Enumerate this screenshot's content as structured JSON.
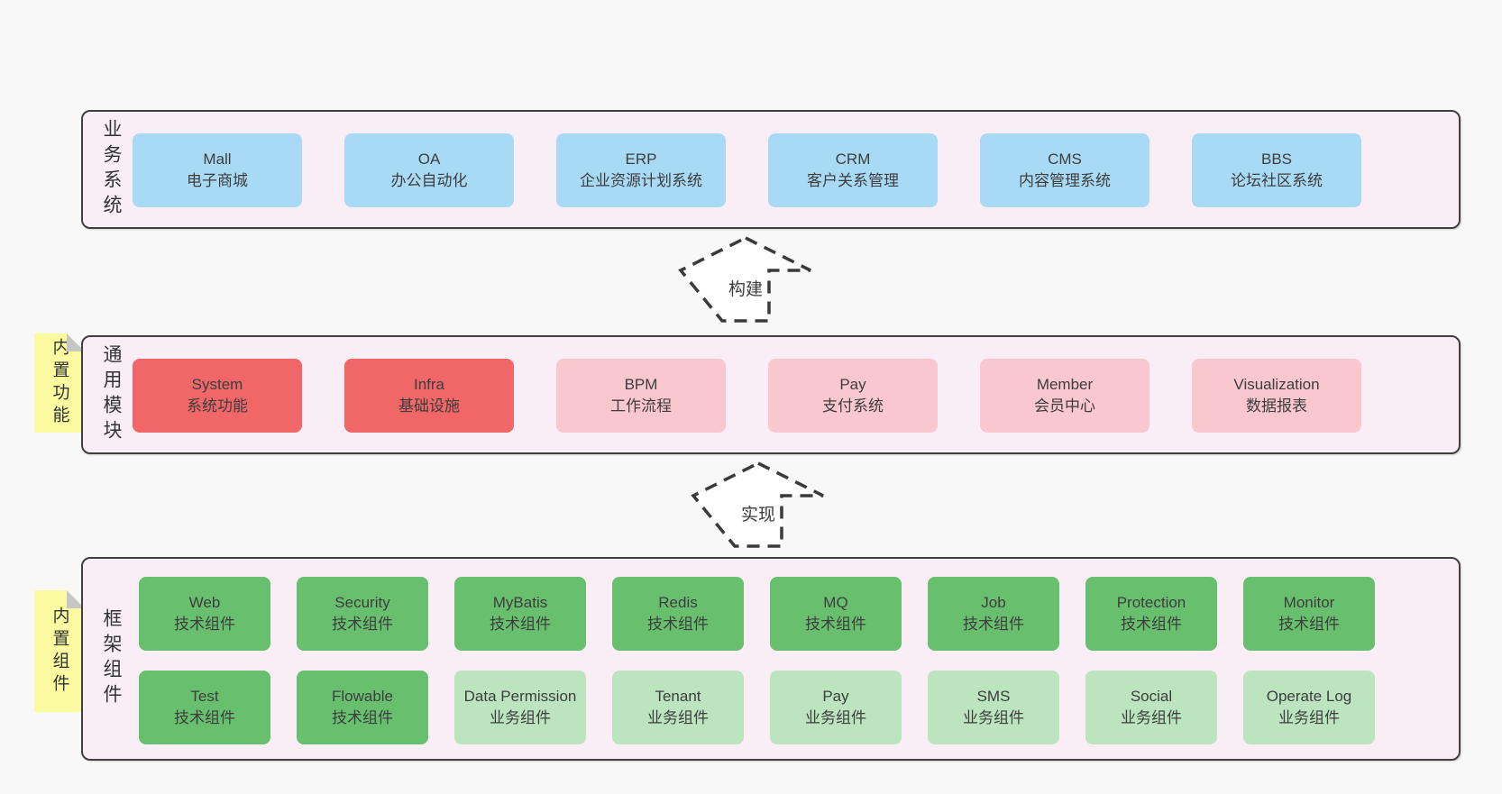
{
  "diagram": {
    "background": "#f8f8f8",
    "colors": {
      "panel_bg": "#f9edf6",
      "panel_border": "#3f3f3f",
      "blue": "#a9daf5",
      "red": "#f16667",
      "pink": "#f9c7ce",
      "green": "#68c06f",
      "light_green": "#bce4bf",
      "sticky_yellow": "#fbfaa0",
      "sticky_fold": "#c6c6c6",
      "text": "#3d3d3d"
    },
    "arrows": [
      {
        "label": "构建"
      },
      {
        "label": "实现"
      }
    ],
    "sections": {
      "business": {
        "label": "业务系统",
        "boxes": [
          {
            "title": "Mall",
            "subtitle": "电子商城",
            "variant": "blue"
          },
          {
            "title": "OA",
            "subtitle": "办公自动化",
            "variant": "blue"
          },
          {
            "title": "ERP",
            "subtitle": "企业资源计划系统",
            "variant": "blue"
          },
          {
            "title": "CRM",
            "subtitle": "客户关系管理",
            "variant": "blue"
          },
          {
            "title": "CMS",
            "subtitle": "内容管理系统",
            "variant": "blue"
          },
          {
            "title": "BBS",
            "subtitle": "论坛社区系统",
            "variant": "blue"
          }
        ]
      },
      "modules": {
        "label": "通用模块",
        "sticky": "内置功能",
        "boxes": [
          {
            "title": "System",
            "subtitle": "系统功能",
            "variant": "red"
          },
          {
            "title": "Infra",
            "subtitle": "基础设施",
            "variant": "red"
          },
          {
            "title": "BPM",
            "subtitle": "工作流程",
            "variant": "pink"
          },
          {
            "title": "Pay",
            "subtitle": "支付系统",
            "variant": "pink"
          },
          {
            "title": "Member",
            "subtitle": "会员中心",
            "variant": "pink"
          },
          {
            "title": "Visualization",
            "subtitle": "数据报表",
            "variant": "pink"
          }
        ]
      },
      "components": {
        "label": "框架组件",
        "sticky": "内置组件",
        "rows": [
          [
            {
              "title": "Web",
              "subtitle": "技术组件",
              "variant": "green"
            },
            {
              "title": "Security",
              "subtitle": "技术组件",
              "variant": "green"
            },
            {
              "title": "MyBatis",
              "subtitle": "技术组件",
              "variant": "green"
            },
            {
              "title": "Redis",
              "subtitle": "技术组件",
              "variant": "green"
            },
            {
              "title": "MQ",
              "subtitle": "技术组件",
              "variant": "green"
            },
            {
              "title": "Job",
              "subtitle": "技术组件",
              "variant": "green"
            },
            {
              "title": "Protection",
              "subtitle": "技术组件",
              "variant": "green"
            },
            {
              "title": "Monitor",
              "subtitle": "技术组件",
              "variant": "green"
            }
          ],
          [
            {
              "title": "Test",
              "subtitle": "技术组件",
              "variant": "green"
            },
            {
              "title": "Flowable",
              "subtitle": "技术组件",
              "variant": "green"
            },
            {
              "title": "Data Permission",
              "subtitle": "业务组件",
              "variant": "light_green"
            },
            {
              "title": "Tenant",
              "subtitle": "业务组件",
              "variant": "light_green"
            },
            {
              "title": "Pay",
              "subtitle": "业务组件",
              "variant": "light_green"
            },
            {
              "title": "SMS",
              "subtitle": "业务组件",
              "variant": "light_green"
            },
            {
              "title": "Social",
              "subtitle": "业务组件",
              "variant": "light_green"
            },
            {
              "title": "Operate Log",
              "subtitle": "业务组件",
              "variant": "light_green"
            }
          ]
        ]
      }
    }
  }
}
